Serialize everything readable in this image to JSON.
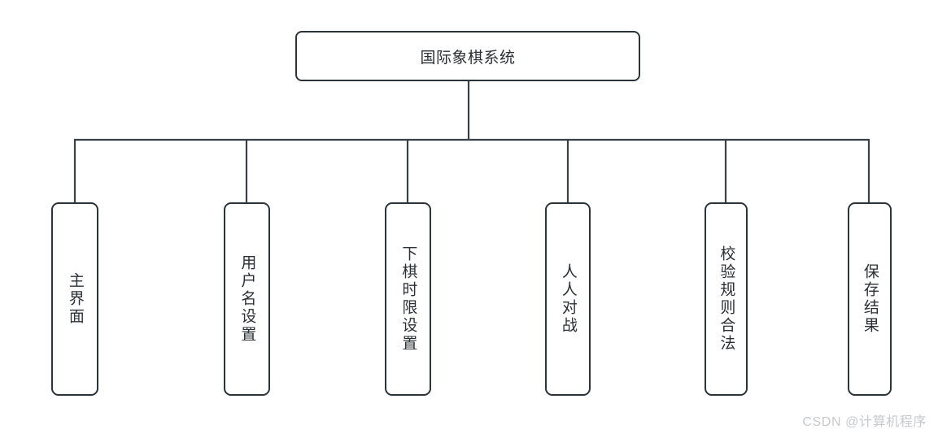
{
  "diagram": {
    "type": "organization-tree",
    "root": {
      "id": "root",
      "label": "国际象棋系统",
      "orientation": "horizontal"
    },
    "children": [
      {
        "id": "child-1",
        "label": "主界面",
        "orientation": "vertical"
      },
      {
        "id": "child-2",
        "label": "用户名设置",
        "orientation": "vertical"
      },
      {
        "id": "child-3",
        "label": "下棋时限设置",
        "orientation": "vertical"
      },
      {
        "id": "child-4",
        "label": "人人对战",
        "orientation": "vertical"
      },
      {
        "id": "child-5",
        "label": "校验规则合法",
        "orientation": "vertical"
      },
      {
        "id": "child-6",
        "label": "保存结果",
        "orientation": "vertical"
      }
    ],
    "colors": {
      "background": "#ffffff",
      "node_border": "#2b333b",
      "node_fill": "#ffffff",
      "connector": "#3a4048",
      "text": "#2b3036",
      "watermark": "#c7c9cc"
    }
  },
  "watermark": {
    "text": "CSDN @计算机程序"
  }
}
